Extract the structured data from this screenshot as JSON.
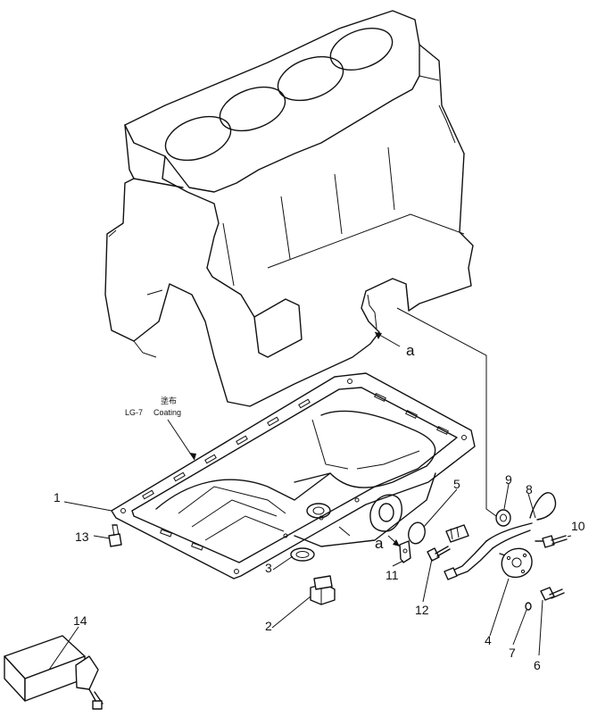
{
  "labels": {
    "p1": "1",
    "p2": "2",
    "p3": "3",
    "p4": "4",
    "p5": "5",
    "p6": "6",
    "p7": "7",
    "p8": "8",
    "p9": "9",
    "p10": "10",
    "p11": "11",
    "p12": "12",
    "p13": "13",
    "p14": "14"
  },
  "annotations": {
    "ref_a_upper": "a",
    "ref_a_lower": "a",
    "coating_kanji": "塗布",
    "coating_code": "LG-7",
    "coating_word": "Coating"
  }
}
